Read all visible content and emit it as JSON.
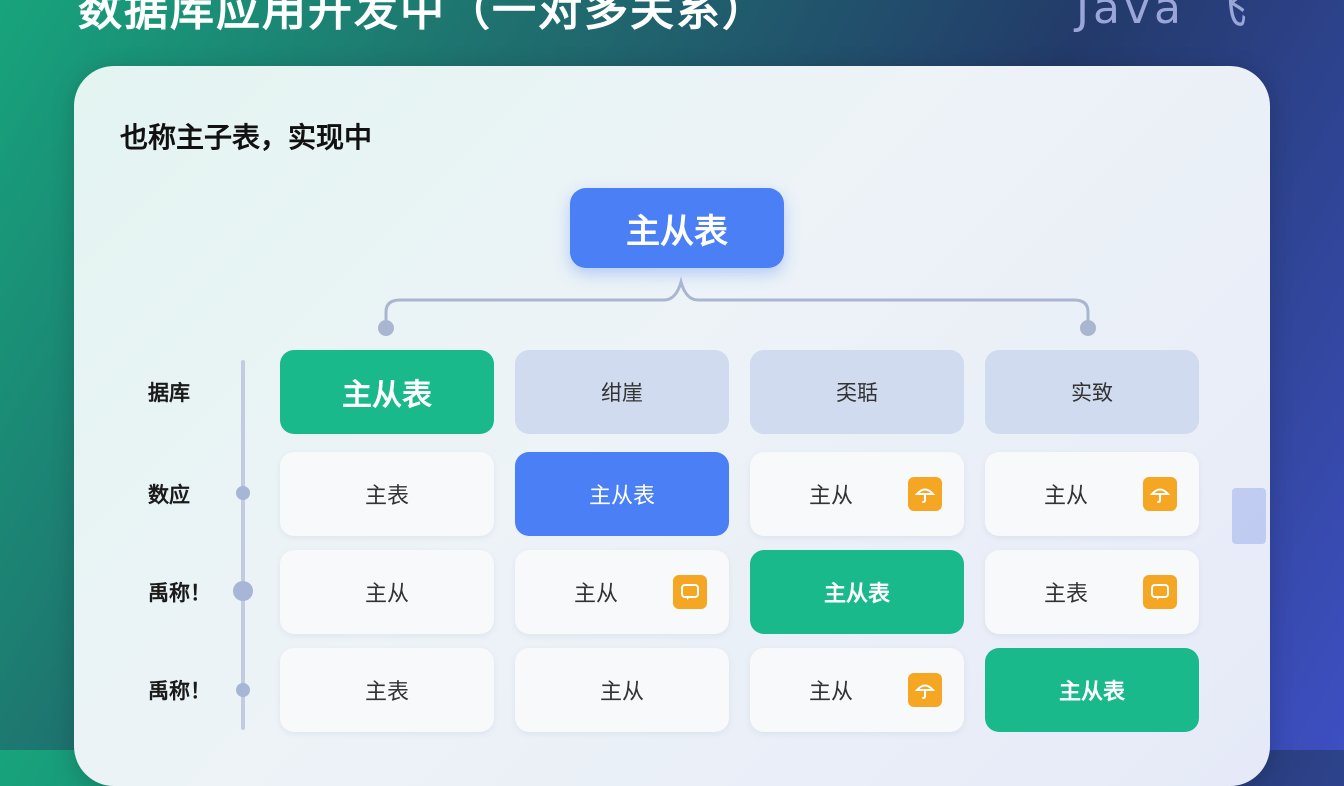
{
  "header": {
    "title": "数据库应用开发中（一对多关系）",
    "right_text": "Java 飞"
  },
  "card": {
    "subtitle": "也称主子表，实现中",
    "root_label": "主从表"
  },
  "rows": [
    {
      "label": "据库",
      "cells": [
        {
          "text": "主从表",
          "style": "green big",
          "icon": null
        },
        {
          "text": "绀崖",
          "style": "header-muted",
          "icon": null
        },
        {
          "text": "奀聒",
          "style": "header-muted",
          "icon": null
        },
        {
          "text": "实致",
          "style": "header-muted",
          "icon": null
        }
      ]
    },
    {
      "label": "数应",
      "cells": [
        {
          "text": "主表",
          "style": "plain",
          "icon": null
        },
        {
          "text": "主从表",
          "style": "blue",
          "icon": null
        },
        {
          "text": "主从",
          "style": "plain",
          "icon": "umbrella-icon"
        },
        {
          "text": "主从",
          "style": "plain",
          "icon": "umbrella-icon"
        }
      ]
    },
    {
      "label": "禹称！",
      "cells": [
        {
          "text": "主从",
          "style": "plain",
          "icon": null
        },
        {
          "text": "主从",
          "style": "plain",
          "icon": "chat-icon"
        },
        {
          "text": "主从表",
          "style": "green",
          "icon": null
        },
        {
          "text": "主表",
          "style": "plain",
          "icon": "chat-icon"
        }
      ]
    },
    {
      "label": "禹称！",
      "cells": [
        {
          "text": "主表",
          "style": "plain",
          "icon": null
        },
        {
          "text": "主从",
          "style": "plain",
          "icon": null
        },
        {
          "text": "主从",
          "style": "plain",
          "icon": "umbrella-icon"
        },
        {
          "text": "主从表",
          "style": "green",
          "icon": null
        }
      ]
    }
  ],
  "colors": {
    "green": "#19b98c",
    "blue": "#4a7ff5",
    "muted": "#d0dbef",
    "badge": "#f5a623"
  }
}
